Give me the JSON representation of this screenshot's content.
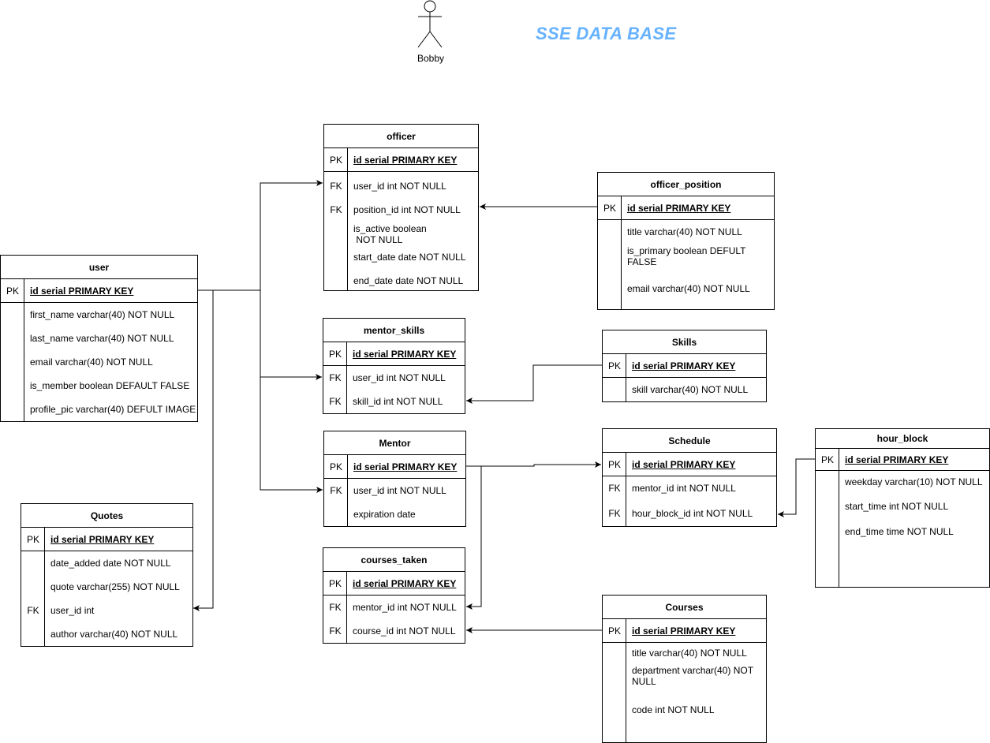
{
  "diagram": {
    "title": "SSE DATA BASE",
    "actor": {
      "name": "Bobby",
      "icon": "stick-figure-icon"
    },
    "accent_color": "#66b2ff"
  },
  "tables": {
    "officer": {
      "name": "officer",
      "pk": {
        "key": "PK",
        "field": "id serial PRIMARY KEY"
      },
      "rows": [
        {
          "key": "FK",
          "field": "user_id int NOT NULL"
        },
        {
          "key": "FK",
          "field": "position_id int NOT NULL"
        },
        {
          "key": "",
          "field": "is_active boolean\n NOT NULL"
        },
        {
          "key": "",
          "field": "start_date date NOT NULL"
        },
        {
          "key": "",
          "field": "end_date date NOT NULL"
        }
      ]
    },
    "officer_position": {
      "name": "officer_position",
      "pk": {
        "key": "PK",
        "field": "id serial PRIMARY KEY"
      },
      "rows": [
        {
          "key": "",
          "field": "title varchar(40) NOT NULL"
        },
        {
          "key": "",
          "field": "is_primary boolean DEFULT\nFALSE"
        },
        {
          "key": "",
          "field": "email varchar(40) NOT NULL"
        }
      ]
    },
    "user": {
      "name": "user",
      "pk": {
        "key": "PK",
        "field": "id serial PRIMARY KEY"
      },
      "rows": [
        {
          "key": "",
          "field": "first_name varchar(40) NOT NULL"
        },
        {
          "key": "",
          "field": "last_name varchar(40) NOT NULL"
        },
        {
          "key": "",
          "field": "email varchar(40) NOT NULL"
        },
        {
          "key": "",
          "field": "is_member boolean DEFAULT FALSE"
        },
        {
          "key": "",
          "field": "profile_pic varchar(40) DEFULT IMAGE"
        }
      ]
    },
    "mentor_skills": {
      "name": "mentor_skills",
      "pk": {
        "key": "PK",
        "field": "id serial PRIMARY KEY"
      },
      "rows": [
        {
          "key": "FK",
          "field": "user_id int NOT NULL"
        },
        {
          "key": "FK",
          "field": "skill_id int NOT NULL"
        }
      ]
    },
    "skills": {
      "name": "Skills",
      "pk": {
        "key": "PK",
        "field": "id serial PRIMARY KEY"
      },
      "rows": [
        {
          "key": "",
          "field": "skill varchar(40) NOT NULL"
        }
      ]
    },
    "mentor": {
      "name": "Mentor",
      "pk": {
        "key": "PK",
        "field": "id serial PRIMARY KEY"
      },
      "rows": [
        {
          "key": "FK",
          "field": "user_id int NOT NULL"
        },
        {
          "key": "",
          "field": "expiration date"
        }
      ]
    },
    "schedule": {
      "name": "Schedule",
      "pk": {
        "key": "PK",
        "field": "id serial PRIMARY KEY"
      },
      "rows": [
        {
          "key": "FK",
          "field": "mentor_id int NOT NULL"
        },
        {
          "key": "FK",
          "field": "hour_block_id int NOT NULL"
        }
      ]
    },
    "hour_block": {
      "name": "hour_block",
      "pk": {
        "key": "PK",
        "field": "id serial PRIMARY KEY"
      },
      "rows": [
        {
          "key": "",
          "field": "weekday varchar(10) NOT NULL"
        },
        {
          "key": "",
          "field": "start_time int NOT NULL"
        },
        {
          "key": "",
          "field": "end_time time NOT NULL"
        }
      ]
    },
    "quotes": {
      "name": "Quotes",
      "pk": {
        "key": "PK",
        "field": "id serial PRIMARY KEY"
      },
      "rows": [
        {
          "key": "",
          "field": "date_added date NOT NULL"
        },
        {
          "key": "",
          "field": "quote varchar(255) NOT NULL"
        },
        {
          "key": "FK",
          "field": "user_id int"
        },
        {
          "key": "",
          "field": "author varchar(40) NOT NULL"
        }
      ]
    },
    "courses_taken": {
      "name": "courses_taken",
      "pk": {
        "key": "PK",
        "field": "id serial PRIMARY KEY"
      },
      "rows": [
        {
          "key": "FK",
          "field": "mentor_id int NOT NULL"
        },
        {
          "key": "FK",
          "field": "course_id int NOT NULL"
        }
      ]
    },
    "courses": {
      "name": "Courses",
      "pk": {
        "key": "PK",
        "field": "id serial PRIMARY KEY"
      },
      "rows": [
        {
          "key": "",
          "field": "title varchar(40) NOT NULL"
        },
        {
          "key": "",
          "field": "department varchar(40) NOT\nNULL"
        },
        {
          "key": "",
          "field": "code int NOT NULL"
        }
      ]
    }
  }
}
